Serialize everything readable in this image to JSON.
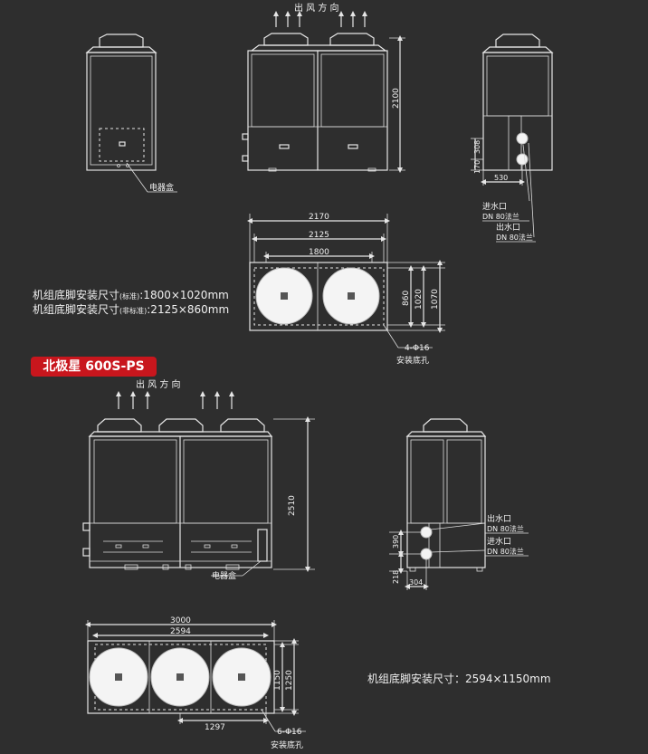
{
  "top_model": {
    "airflow_label": "出 风 方 向",
    "dim_height": "2100",
    "dim_side_a": "308",
    "dim_side_b": "170",
    "dim_side_w": "530",
    "electric_box": "电器盒",
    "water_in": "进水口",
    "water_in_spec": "DN 80法兰",
    "water_out": "出水口",
    "water_out_spec": "DN 80法兰",
    "plan_dims": [
      "2170",
      "2125",
      "1800"
    ],
    "plan_side_dims": [
      "860",
      "1020",
      "1070"
    ],
    "hole_label": "4-Φ16",
    "hole_caption": "安装底孔",
    "footprint_std_label": "机组底脚安装尺寸",
    "footprint_std_note": "(标准)",
    "footprint_std_value": ":1800×1020mm",
    "footprint_non_label": "机组底脚安装尺寸",
    "footprint_non_note": "(非标准)",
    "footprint_non_value": ":2125×860mm"
  },
  "model_badge": "北极星 600S-PS",
  "bottom_model": {
    "airflow_label": "出 风 方 向",
    "dim_height": "2510",
    "electric_box": "电器盒",
    "water_out": "出水口",
    "water_out_spec": "DN 80法兰",
    "water_in": "进水口",
    "water_in_spec": "DN 80法兰",
    "dim_side_a": "390",
    "dim_side_b": "218",
    "dim_side_w": "304",
    "plan_dims": [
      "3000",
      "2594"
    ],
    "plan_side_dims": [
      "1150",
      "1250"
    ],
    "dim_hole_x": "1297",
    "hole_label": "6-Φ16",
    "hole_caption": "安装底孔",
    "footprint_value": "机组底脚安装尺寸：2594×1150mm"
  },
  "colors": {
    "background": "#2e2e2e",
    "line": "#e6e6e6",
    "badge": "#c8161d"
  }
}
